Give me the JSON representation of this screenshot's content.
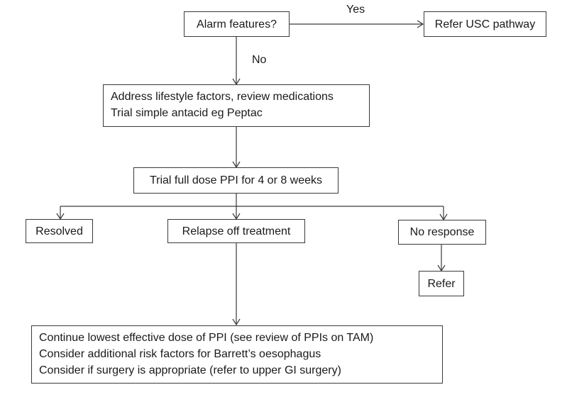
{
  "nodes": {
    "alarm": "Alarm features?",
    "refer_usc": "Refer USC pathway",
    "lifestyle": [
      "Address lifestyle factors, review medications",
      "Trial simple antacid eg Peptac"
    ],
    "ppi_trial": "Trial full dose PPI for 4 or 8 weeks",
    "resolved": "Resolved",
    "relapse": "Relapse off treatment",
    "no_response": "No response",
    "refer": "Refer",
    "continue": [
      "Continue lowest effective dose of PPI  (see review of PPIs on TAM)",
      "Consider additional risk factors for Barrett’s oesophagus",
      "Consider if surgery is appropriate (refer to upper GI surgery)"
    ]
  },
  "edge_labels": {
    "yes": "Yes",
    "no": "No"
  },
  "colors": {
    "border": "#3a3a3a",
    "text": "#1a1a1a",
    "background": "#ffffff"
  }
}
